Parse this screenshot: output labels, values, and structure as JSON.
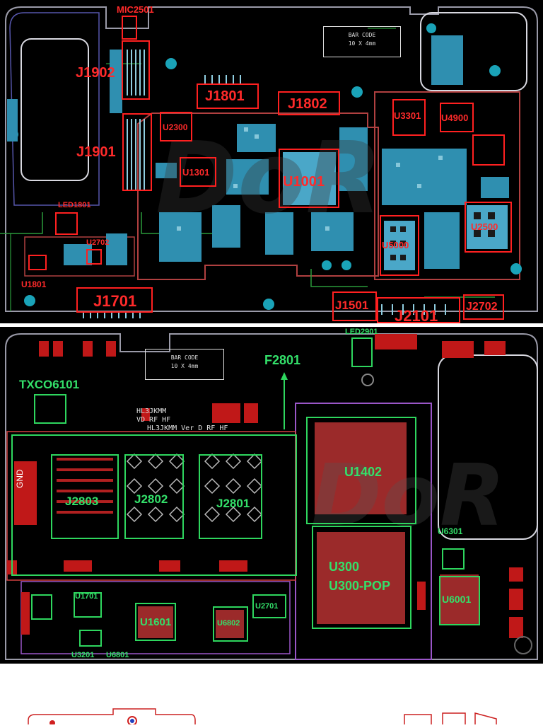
{
  "top_board": {
    "labels": {
      "MIC2501": "MIC2501",
      "J1902": "J1902",
      "J1801": "J1801",
      "J1802": "J1802",
      "U3301": "U3301",
      "U4900": "U4900",
      "U2300": "U2300",
      "J1901": "J1901",
      "U1301": "U1301",
      "U1001": "U1001",
      "LED1801": "LED1801",
      "U2702": "U2702",
      "U1801": "U1801",
      "J1701": "J1701",
      "U2500": "U2500",
      "U5000": "U5000",
      "J1501": "J1501",
      "J2101": "J2101",
      "J2702": "J2702"
    },
    "barcode_line1": "BAR CODE",
    "barcode_line2": "10 X 4mm",
    "label_color": "#ff2a2a"
  },
  "bottom_board": {
    "labels": {
      "LED2901": "LED2901",
      "F2801": "F2801",
      "TXCO6101": "TXCO6101",
      "HL_model": "HL3JKMM",
      "HL_sub": "VD RF HF",
      "HL_full": "HL3JKMM Ver D RF HF",
      "GND": "GND",
      "J2803": "J2803",
      "J2802": "J2802",
      "J2801": "J2801",
      "U1402": "U1402",
      "U6301": "U6301",
      "U300": "U300",
      "U300_POP": "U300-POP",
      "U6001": "U6001",
      "U1701": "U1701",
      "U1601": "U1601",
      "U6802": "U6802",
      "U2701": "U2701",
      "U3201": "U3201",
      "U6801": "U6801"
    },
    "barcode_line1": "BAR CODE",
    "barcode_line2": "10 X 4mm",
    "label_color": "#33e06a"
  }
}
